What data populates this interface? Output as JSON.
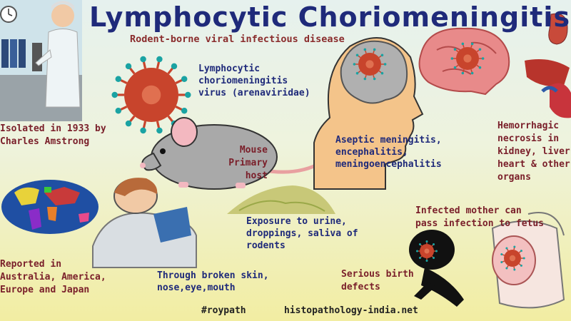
{
  "title": "Lymphocytic Choriomeningitis",
  "subtitle": "Rodent-borne viral infectious disease",
  "virus_label": [
    "Lymphocytic",
    "choriomeningitis",
    "virus (arenaviridae)"
  ],
  "mouse_label": [
    "Mouse",
    "Primary",
    "host"
  ],
  "history_label": [
    "Isolated in 1933 by",
    "Charles Amstrong"
  ],
  "brain_label": [
    "Aseptic meningitis,",
    "encephalitis,",
    "meningoencephalitis"
  ],
  "organs_label": [
    "Hemorrhagic",
    "necrosis in",
    "kidney, liver,",
    "heart & other",
    "organs"
  ],
  "reported_label": [
    "Reported in",
    "Australia, America,",
    "Europe and Japan"
  ],
  "exposure_label": [
    "Exposure to urine,",
    "droppings, saliva of",
    "rodents"
  ],
  "transmission_label": [
    "Through broken skin,",
    "nose,eye,mouth"
  ],
  "mother_label": [
    "Infected mother can",
    "pass infection to fetus"
  ],
  "birth_label": [
    "Serious birth",
    "defects"
  ],
  "footer": {
    "hashtag": "#roypath",
    "site": "histopathology-india.net"
  },
  "colors": {
    "title": "#1f2a7a",
    "virus": "#c8442c",
    "spike": "#1aa3a3",
    "brain": "#e88a8a",
    "head": "#f4c48a"
  }
}
